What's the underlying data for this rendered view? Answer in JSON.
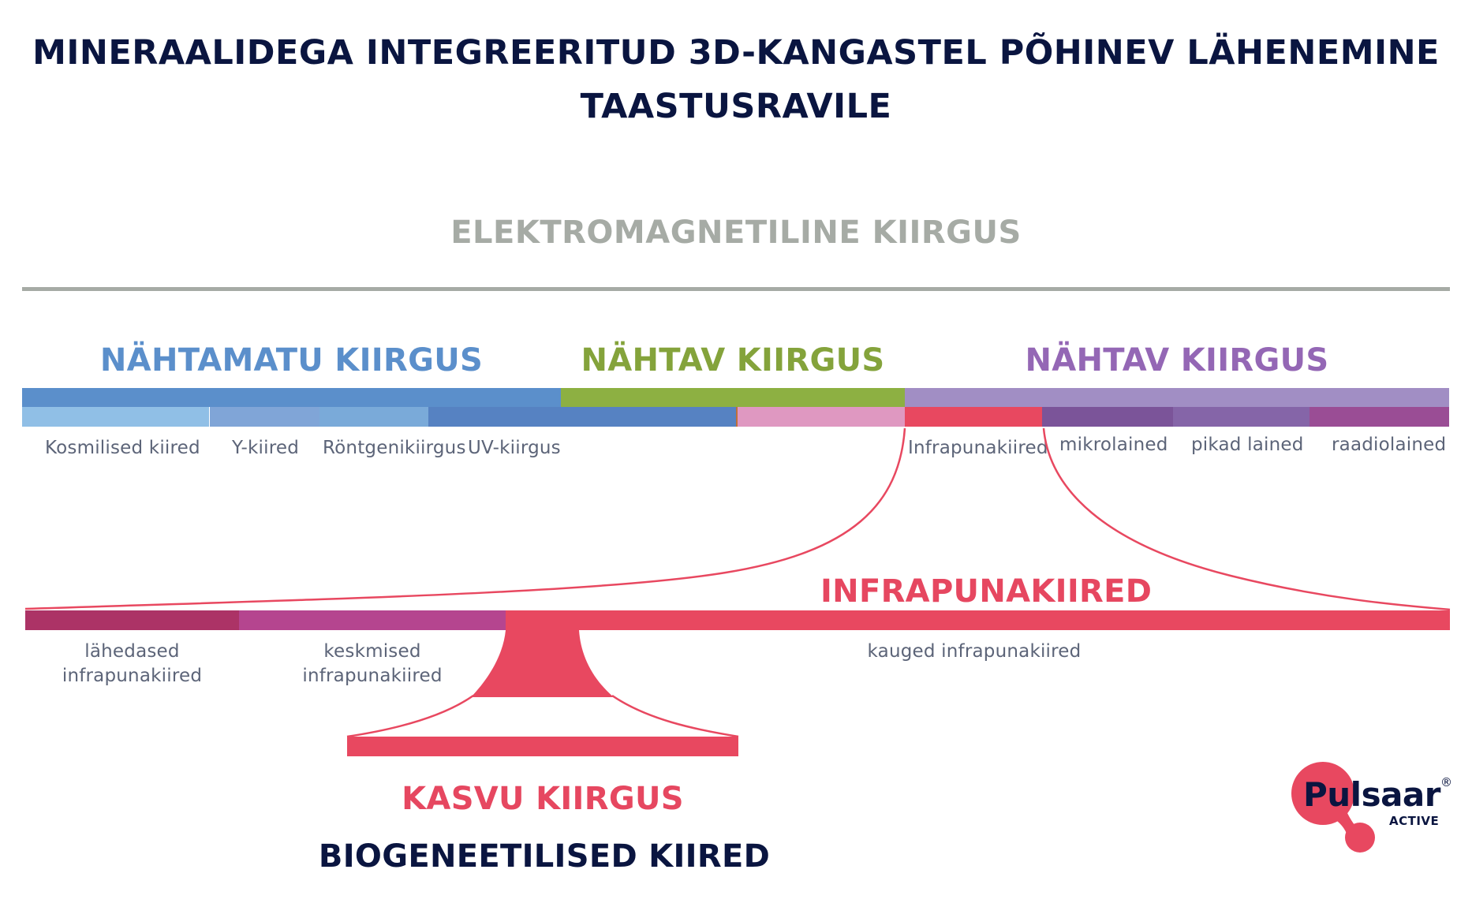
{
  "title": {
    "line1": "MINERAALIDEGA INTEGREERITUD 3D-KANGASTEL PÕHINEV LÄHENEMINE",
    "line2": "TAASTUSRAVILE"
  },
  "spectrum": {
    "heading": "ELEKTROMAGNETILINE KIIRGUS",
    "categories": [
      {
        "label": "NÄHTAMATU KIIRGUS",
        "color": "#5b8fcb"
      },
      {
        "label": "NÄHTAV KIIRGUS",
        "color": "#84a33b"
      },
      {
        "label": "NÄHTAV KIIRGUS",
        "color": "#9467b5"
      }
    ],
    "top_band_colors": [
      "#5b8fcb",
      "#8db042",
      "#a18ec4"
    ],
    "segments": [
      {
        "label": "Kosmilised kiired",
        "color": "#90bfe6"
      },
      {
        "label": "Y-kiired",
        "color": "#80a5d7"
      },
      {
        "label": "Röntgenikiirgus",
        "color": "#7aaad9"
      },
      {
        "label": "UV-kiirgus",
        "color": "#5682c2"
      },
      {
        "label": "",
        "color": "#5682c2"
      },
      {
        "label": "",
        "color": "#df98c1"
      },
      {
        "label": "Infrapunakiired",
        "color": "#e84860"
      },
      {
        "label": "mikrolained",
        "color": "#7b5499"
      },
      {
        "label": "pikad lained",
        "color": "#8565a8"
      },
      {
        "label": "raadiolained",
        "color": "#9a4d95"
      }
    ]
  },
  "infrared": {
    "heading": "INFRAPUNAKIIRED",
    "segments": [
      {
        "label_line1": "lähedased",
        "label_line2": "infrapunakiired",
        "color": "#ac3366"
      },
      {
        "label_line1": "keskmised",
        "label_line2": "infrapunakiired",
        "color": "#b5458f"
      },
      {
        "label_line1": "kauged infrapunakiired",
        "label_line2": "",
        "color": "#e84860"
      }
    ]
  },
  "growth": {
    "heading": "KASVU KIIRGUS",
    "subheading": "BIOGENEETILISED KIIRED"
  },
  "logo": {
    "name": "Pulsaar",
    "sub": "ACTIVE",
    "registered": "®",
    "icon": "pulsaar-blob-icon",
    "color": "#e84860"
  },
  "colors": {
    "navy": "#0a1540",
    "gray": "#a6aba5",
    "accent_red": "#e84860",
    "label_gray": "#5c6478"
  }
}
